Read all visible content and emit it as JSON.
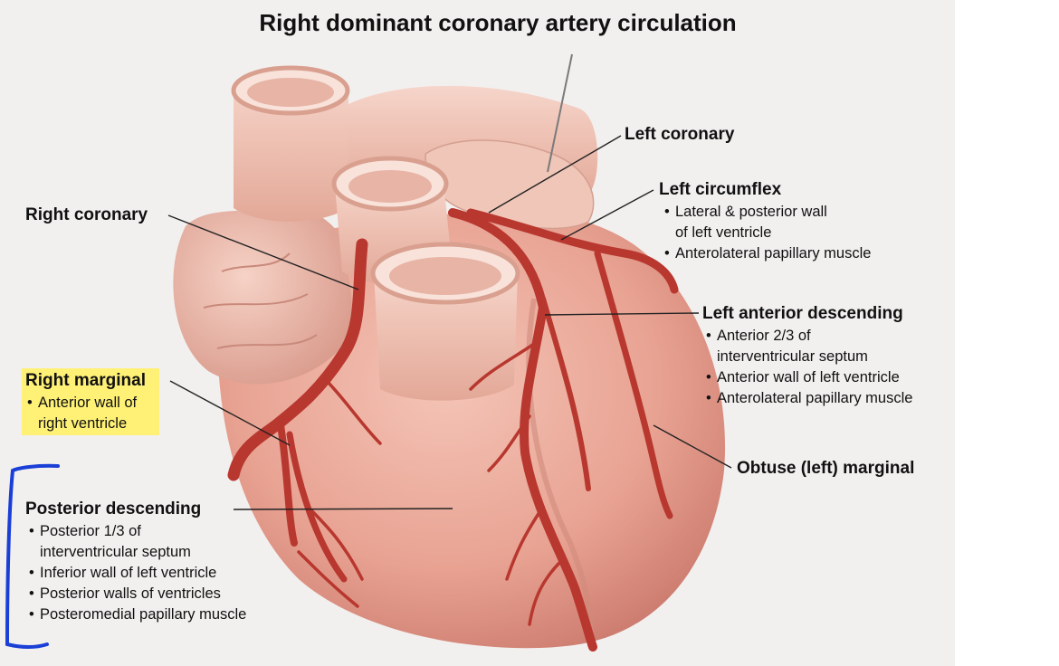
{
  "title": "Right dominant coronary artery circulation",
  "labels": {
    "left_coronary": "Left coronary",
    "left_circumflex": {
      "name": "Left circumflex",
      "notes": [
        "Lateral & posterior wall",
        "of left ventricle",
        "Anterolateral papillary muscle"
      ]
    },
    "right_coronary": "Right coronary",
    "left_anterior_descending": {
      "name": "Left anterior descending",
      "notes": [
        "Anterior 2/3 of",
        "interventricular septum",
        "Anterior wall of left ventricle",
        "Anterolateral papillary muscle"
      ]
    },
    "right_marginal": {
      "name": "Right marginal",
      "notes": [
        "Anterior wall of",
        "right ventricle"
      ]
    },
    "obtuse_marginal": "Obtuse (left) marginal",
    "posterior_descending": {
      "name": "Posterior descending",
      "notes": [
        "Posterior 1/3 of",
        "interventricular septum",
        "Inferior wall of left ventricle",
        "Posterior walls of ventricles",
        "Posteromedial papillary muscle"
      ]
    }
  },
  "colors": {
    "highlight": "#fff176",
    "bracket": "#1a3fd6",
    "artery": "#b8372f",
    "myocardium": "#e9a596"
  }
}
